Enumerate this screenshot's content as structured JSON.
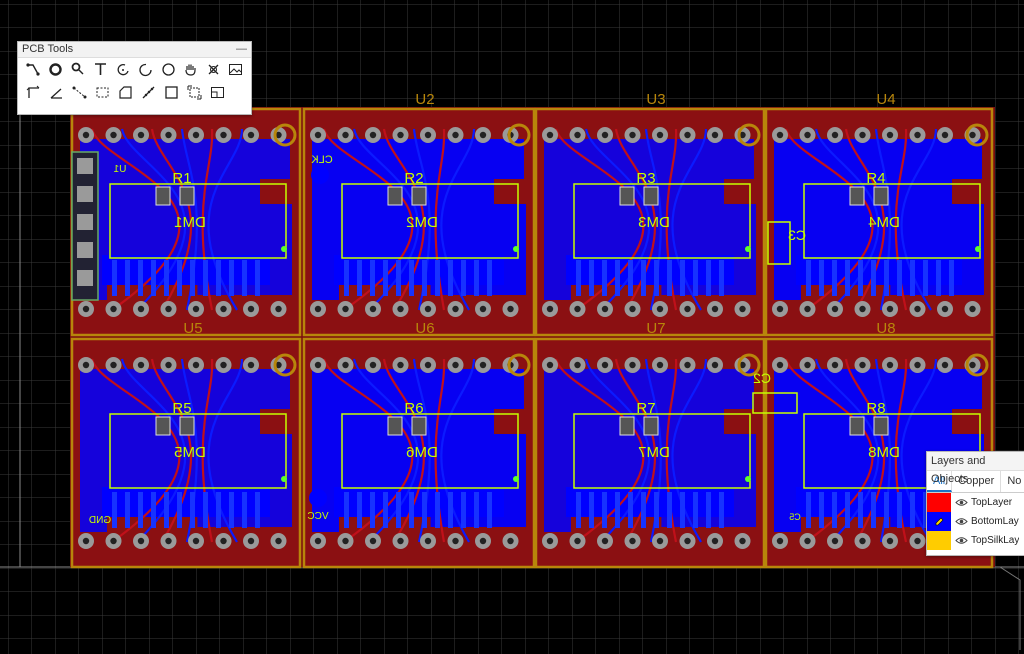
{
  "pcb_tools": {
    "title": "PCB Tools",
    "minimize": "—",
    "row1": [
      "track-tool-icon",
      "pad-tool-icon",
      "via-tool-icon",
      "text-tool-icon",
      "arc-center-icon",
      "arc-icon",
      "circle-icon",
      "pan-hand-icon",
      "crosshair-icon",
      "image-icon"
    ],
    "row2": [
      "dimension-icon",
      "angle-icon",
      "connect-icon",
      "rect-select-icon",
      "polygon-icon",
      "measure-icon",
      "rectangle-icon",
      "canvas-origin-icon",
      "layout-icon"
    ]
  },
  "board": {
    "units": [
      "U2",
      "U3",
      "U4",
      "U5",
      "U6",
      "U7",
      "U8"
    ],
    "resistors": [
      "R1",
      "R2",
      "R3",
      "R4",
      "R5",
      "R6",
      "R7",
      "R8"
    ],
    "modules": [
      "DM1",
      "DM2",
      "DM3",
      "DM4",
      "DM5",
      "DM6",
      "DM7",
      "DM8"
    ],
    "misc_labels": [
      "CLK",
      "VCC",
      "GND",
      "C3",
      "C2",
      "C5",
      "U1"
    ],
    "colors": {
      "top": "#ff0000",
      "bottom": "#0000ff",
      "silk": "#ffcc00",
      "pad": "#808080",
      "outline": "#b8860b",
      "silk_text": "#c6ff00"
    }
  },
  "layers_panel": {
    "title": "Layers and Objects",
    "tabs": [
      "All",
      "Copper",
      "No"
    ],
    "active_tab": "All",
    "layers": [
      {
        "name": "TopLayer",
        "color": "#ff0000"
      },
      {
        "name": "BottomLay",
        "color": "#0000ff"
      },
      {
        "name": "TopSilkLay",
        "color": "#ffcc00"
      }
    ]
  }
}
